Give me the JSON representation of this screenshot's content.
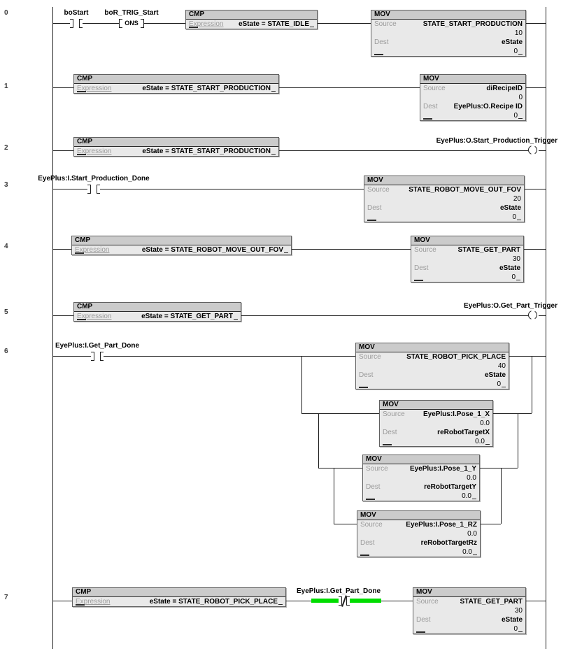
{
  "colors": {
    "energized_highlight": "#00dd00",
    "block_header": "#cbcbcb",
    "block_body": "#e9e9e9",
    "wire": "#1f1f1f"
  },
  "rungs": {
    "r0": {
      "number": "0",
      "contact_bostart": {
        "label": "boStart"
      },
      "contact_ons": {
        "label": "boR_TRIG_Start",
        "inner": "ONS"
      },
      "cmp": {
        "mnemonic": "CMP",
        "param": "Expression",
        "expression": "eState = STATE_IDLE"
      },
      "mov": {
        "mnemonic": "MOV",
        "source_label": "Source",
        "source": "STATE_START_PRODUCTION",
        "source_value": "10",
        "dest_label": "Dest",
        "dest": "eState",
        "dest_value": "0"
      }
    },
    "r1": {
      "number": "1",
      "cmp": {
        "mnemonic": "CMP",
        "param": "Expression",
        "expression": "eState = STATE_START_PRODUCTION"
      },
      "mov": {
        "mnemonic": "MOV",
        "source_label": "Source",
        "source": "diRecipeID",
        "source_value": "0",
        "dest_label": "Dest",
        "dest": "EyePlus:O.Recipe ID",
        "dest_value": "0"
      }
    },
    "r2": {
      "number": "2",
      "cmp": {
        "mnemonic": "CMP",
        "param": "Expression",
        "expression": "eState = STATE_START_PRODUCTION"
      },
      "coil": {
        "label": "EyePlus:O.Start_Production_Trigger"
      }
    },
    "r3": {
      "number": "3",
      "contact": {
        "label": "EyePlus:I.Start_Production_Done"
      },
      "mov": {
        "mnemonic": "MOV",
        "source_label": "Source",
        "source": "STATE_ROBOT_MOVE_OUT_FOV",
        "source_value": "20",
        "dest_label": "Dest",
        "dest": "eState",
        "dest_value": "0"
      }
    },
    "r4": {
      "number": "4",
      "cmp": {
        "mnemonic": "CMP",
        "param": "Expression",
        "expression": "eState = STATE_ROBOT_MOVE_OUT_FOV"
      },
      "mov": {
        "mnemonic": "MOV",
        "source_label": "Source",
        "source": "STATE_GET_PART",
        "source_value": "30",
        "dest_label": "Dest",
        "dest": "eState",
        "dest_value": "0"
      }
    },
    "r5": {
      "number": "5",
      "cmp": {
        "mnemonic": "CMP",
        "param": "Expression",
        "expression": "eState = STATE_GET_PART"
      },
      "coil": {
        "label": "EyePlus:O.Get_Part_Trigger"
      }
    },
    "r6": {
      "number": "6",
      "contact": {
        "label": "EyePlus:I.Get_Part_Done"
      },
      "mov_state": {
        "mnemonic": "MOV",
        "source_label": "Source",
        "source": "STATE_ROBOT_PICK_PLACE",
        "source_value": "40",
        "dest_label": "Dest",
        "dest": "eState",
        "dest_value": "0"
      },
      "mov_x": {
        "mnemonic": "MOV",
        "source_label": "Source",
        "source": "EyePlus:I.Pose_1_X",
        "source_value": "0.0",
        "dest_label": "Dest",
        "dest": "reRobotTargetX",
        "dest_value": "0.0"
      },
      "mov_y": {
        "mnemonic": "MOV",
        "source_label": "Source",
        "source": "EyePlus:I.Pose_1_Y",
        "source_value": "0.0",
        "dest_label": "Dest",
        "dest": "reRobotTargetY",
        "dest_value": "0.0"
      },
      "mov_rz": {
        "mnemonic": "MOV",
        "source_label": "Source",
        "source": "EyePlus:I.Pose_1_RZ",
        "source_value": "0.0",
        "dest_label": "Dest",
        "dest": "reRobotTargetRz",
        "dest_value": "0.0"
      }
    },
    "r7": {
      "number": "7",
      "cmp": {
        "mnemonic": "CMP",
        "param": "Expression",
        "expression": "eState = STATE_ROBOT_PICK_PLACE"
      },
      "contact_nc": {
        "label": "EyePlus:I.Get_Part_Done"
      },
      "mov": {
        "mnemonic": "MOV",
        "source_label": "Source",
        "source": "STATE_GET_PART",
        "source_value": "30",
        "dest_label": "Dest",
        "dest": "eState",
        "dest_value": "0"
      }
    }
  }
}
